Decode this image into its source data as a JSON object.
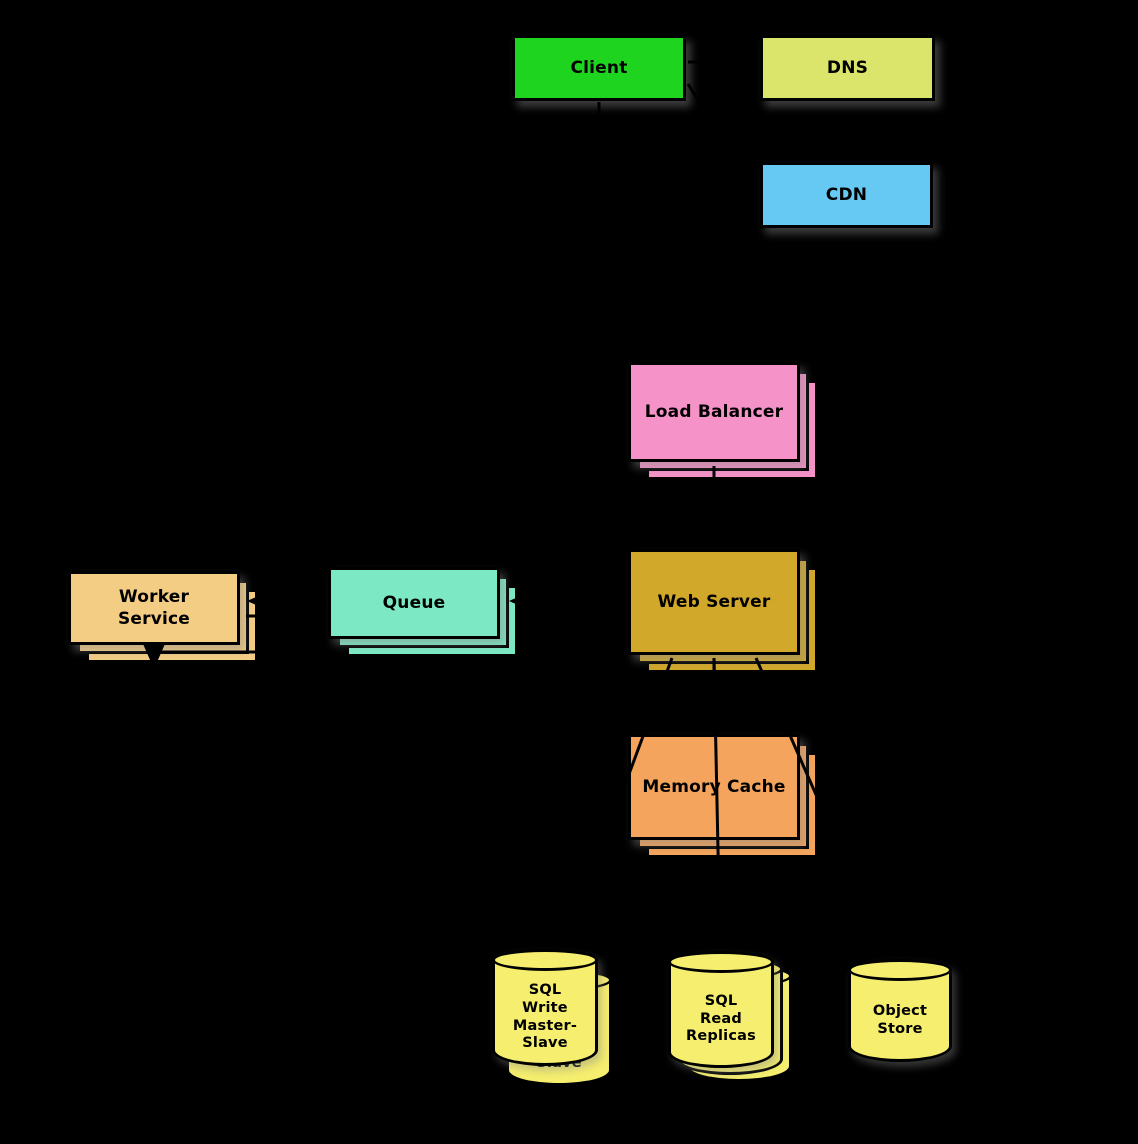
{
  "diagram": {
    "background_color": "#000000",
    "nodes": {
      "client": {
        "label": "Client",
        "color": "#1fd41f",
        "shape": "rect",
        "copies": 1
      },
      "dns": {
        "label": "DNS",
        "color": "#dbe56b",
        "shape": "rect",
        "copies": 1
      },
      "cdn": {
        "label": "CDN",
        "color": "#66c9f4",
        "shape": "rect",
        "copies": 1
      },
      "load_balancer": {
        "label": "Load Balancer",
        "color": "#f592c8",
        "shape": "rect",
        "copies": 3
      },
      "web_server": {
        "label": "Web Server",
        "color": "#d2a82a",
        "shape": "rect",
        "copies": 3
      },
      "worker_service": {
        "label": "Worker\nService",
        "color": "#f4cd84",
        "shape": "rect",
        "copies": 3
      },
      "queue": {
        "label": "Queue",
        "color": "#7de9c4",
        "shape": "rect",
        "copies": 3
      },
      "memory_cache": {
        "label": "Memory Cache",
        "color": "#f4a45c",
        "shape": "rect",
        "copies": 3
      },
      "sql_write_master_slave": {
        "label": "SQL\nWrite\nMaster-\nSlave",
        "color": "#f5ee6e",
        "shape": "cylinder",
        "copies": 2
      },
      "sql_read_replicas": {
        "label": "SQL\nRead\nReplicas",
        "color": "#f5ee6e",
        "shape": "cylinder",
        "copies": 3
      },
      "object_store": {
        "label": "Object\nStore",
        "color": "#f5ee6e",
        "shape": "cylinder",
        "copies": 1
      }
    },
    "edges": [
      {
        "from": "client",
        "to": "dns"
      },
      {
        "from": "client",
        "to": "cdn"
      },
      {
        "from": "client",
        "to": "load_balancer"
      },
      {
        "from": "load_balancer",
        "to": "web_server"
      },
      {
        "from": "web_server",
        "to": "queue"
      },
      {
        "from": "queue",
        "to": "worker_service"
      },
      {
        "from": "web_server",
        "to": "memory_cache"
      },
      {
        "from": "web_server",
        "to": "sql_write_master_slave"
      },
      {
        "from": "web_server",
        "to": "sql_read_replicas"
      },
      {
        "from": "web_server",
        "to": "object_store"
      }
    ]
  }
}
